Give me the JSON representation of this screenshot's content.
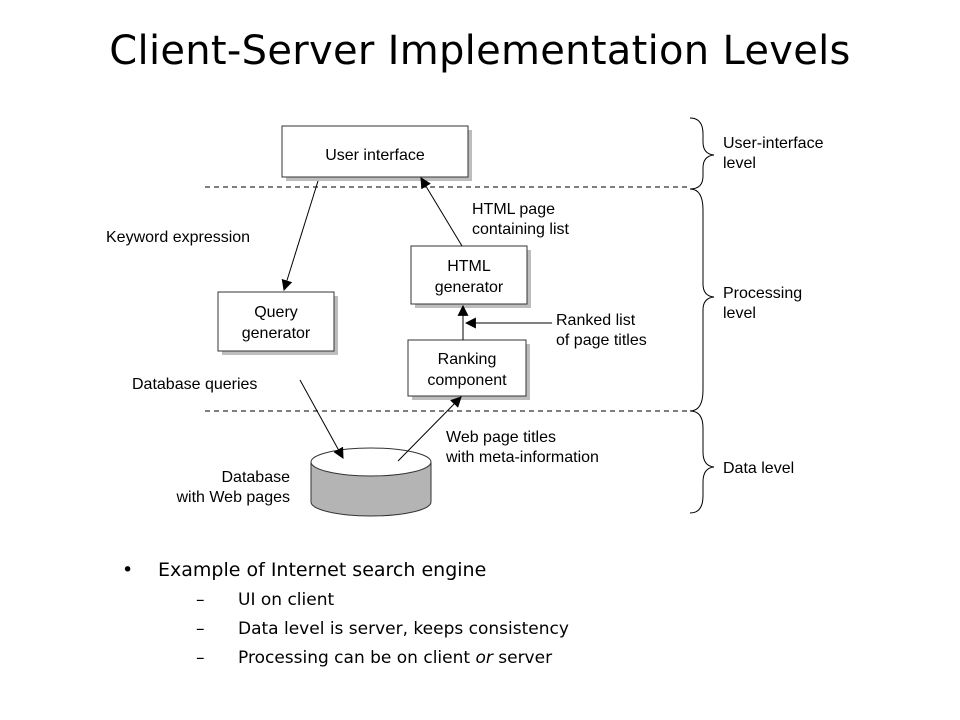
{
  "slide": {
    "title": "Client-Server Implementation Levels"
  },
  "diagram": {
    "boxes": {
      "user_interface": "User interface",
      "query_generator": [
        "Query",
        "generator"
      ],
      "html_generator": [
        "HTML",
        "generator"
      ],
      "ranking_component": [
        "Ranking",
        "component"
      ],
      "database": [
        "Database",
        "with Web pages"
      ]
    },
    "flows": {
      "keyword_expression": "Keyword expression",
      "database_queries": "Database queries",
      "web_page_titles": [
        "Web page titles",
        "with meta-information"
      ],
      "ranked_list": [
        "Ranked list",
        "of page titles"
      ],
      "html_page": [
        "HTML page",
        "containing list"
      ]
    },
    "levels": {
      "ui": [
        "User-interface",
        "level"
      ],
      "processing": [
        "Processing",
        "level"
      ],
      "data": "Data level"
    }
  },
  "bullets": {
    "main": "Example of Internet search engine",
    "sub": [
      {
        "before": "UI on client",
        "em": "",
        "after": ""
      },
      {
        "before": "Data level is server, keeps consistency",
        "em": "",
        "after": ""
      },
      {
        "before": "Processing can be on client ",
        "em": "or",
        "after": " server"
      }
    ]
  }
}
